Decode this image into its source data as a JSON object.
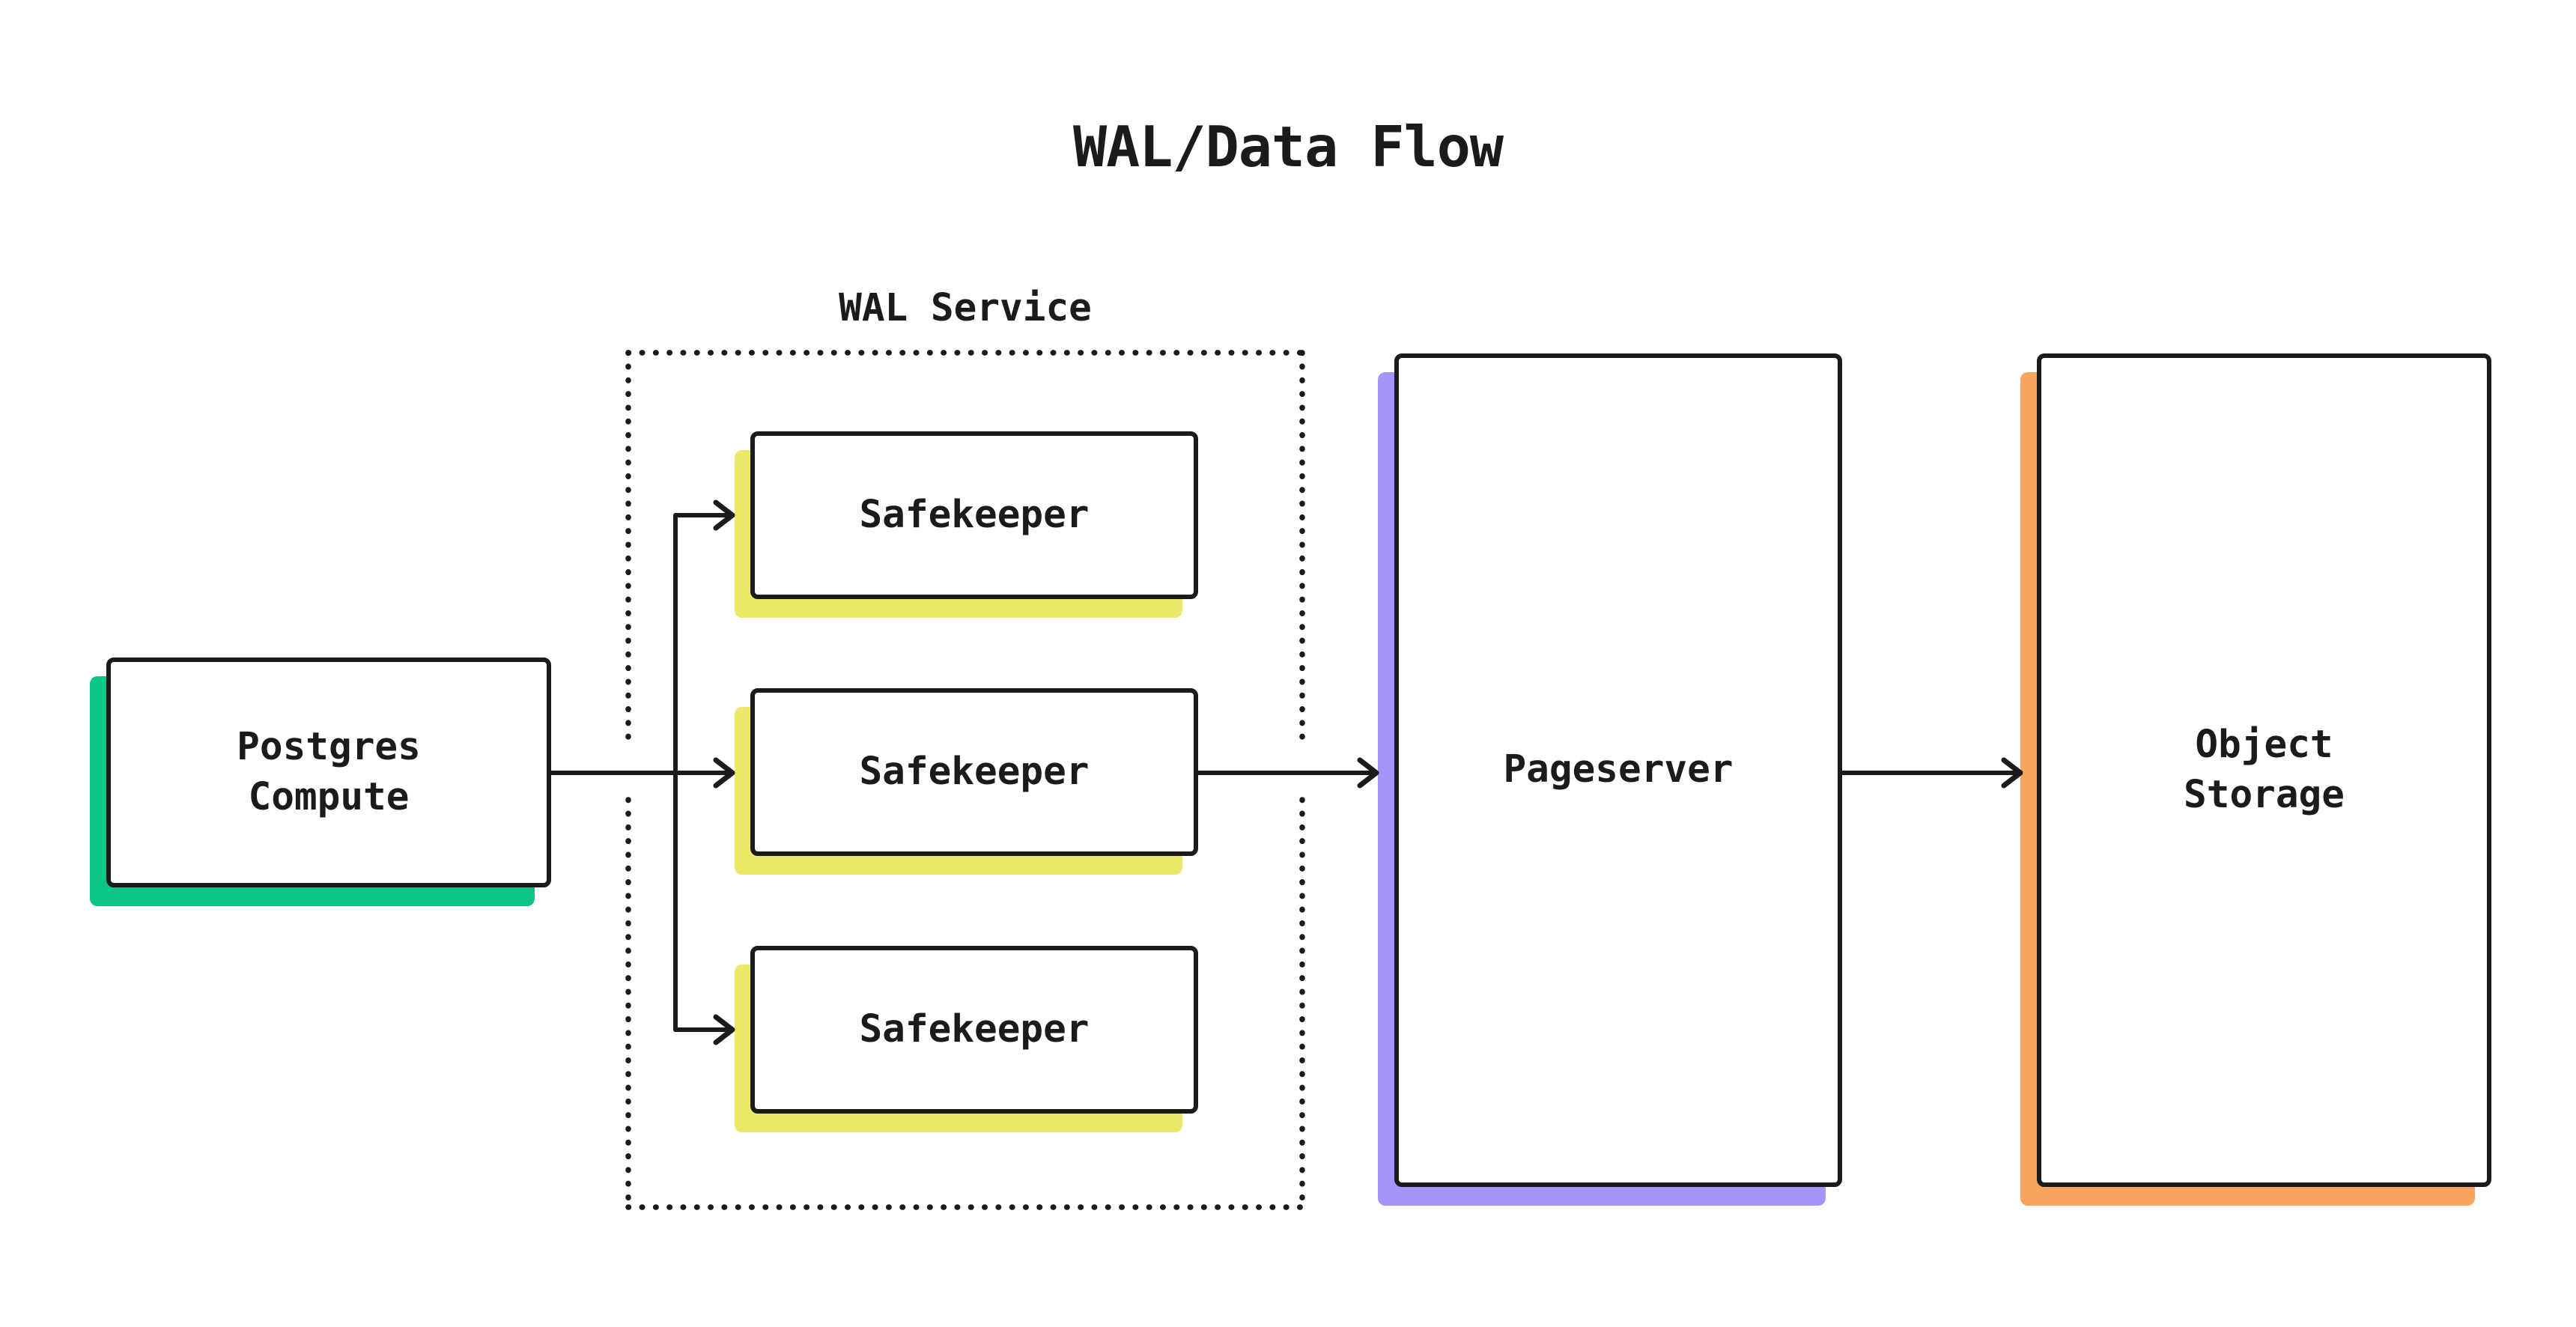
{
  "title": "WAL/Data Flow",
  "colors": {
    "ink": "#1b1b1b",
    "bg": "#ffffff",
    "postgres_shadow": "#0dc584",
    "safekeeper_shadow": "#ece96a",
    "pageserver_shadow": "#a794f9",
    "object_storage_shadow": "#f9a55f"
  },
  "diagram": {
    "group": {
      "label": "WAL Service"
    },
    "nodes": {
      "postgres": {
        "label": "Postgres\nCompute"
      },
      "safekeepers": [
        {
          "label": "Safekeeper"
        },
        {
          "label": "Safekeeper"
        },
        {
          "label": "Safekeeper"
        }
      ],
      "pageserver": {
        "label": "Pageserver"
      },
      "object_storage": {
        "label": "Object\nStorage"
      }
    },
    "edges": [
      {
        "from": "postgres",
        "to": "safekeepers"
      },
      {
        "from": "safekeeper-2",
        "to": "pageserver"
      },
      {
        "from": "pageserver",
        "to": "object_storage"
      }
    ]
  }
}
